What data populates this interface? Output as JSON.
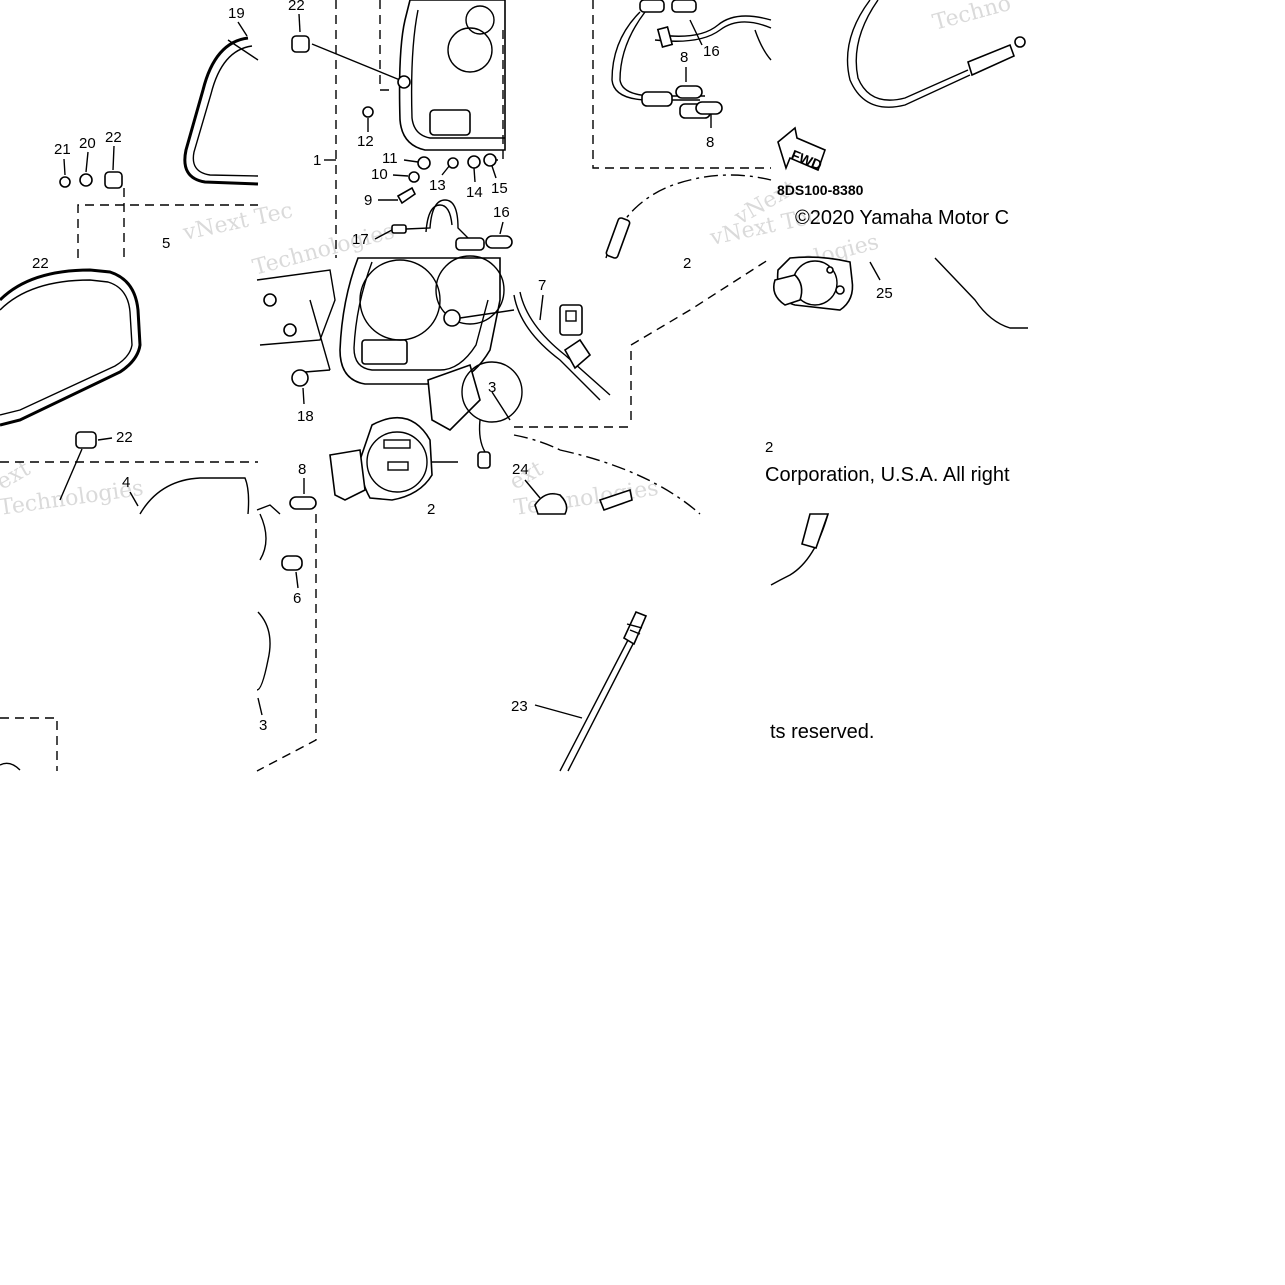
{
  "diagram": {
    "callouts": [
      {
        "id": "c19a",
        "text": "19"
      },
      {
        "id": "c22a",
        "text": "22"
      },
      {
        "id": "c21",
        "text": "21"
      },
      {
        "id": "c20",
        "text": "20"
      },
      {
        "id": "c22b",
        "text": "22"
      },
      {
        "id": "c22c",
        "text": "22"
      },
      {
        "id": "c5",
        "text": "5"
      },
      {
        "id": "c4",
        "text": "4"
      },
      {
        "id": "c12",
        "text": "12"
      },
      {
        "id": "c1",
        "text": "1"
      },
      {
        "id": "c11",
        "text": "11"
      },
      {
        "id": "c10",
        "text": "10"
      },
      {
        "id": "c9",
        "text": "9"
      },
      {
        "id": "c13",
        "text": "13"
      },
      {
        "id": "c14",
        "text": "14"
      },
      {
        "id": "c15",
        "text": "15"
      },
      {
        "id": "c16a",
        "text": "16"
      },
      {
        "id": "c17",
        "text": "17"
      },
      {
        "id": "c18",
        "text": "18"
      },
      {
        "id": "c8a",
        "text": "8"
      },
      {
        "id": "c6",
        "text": "6"
      },
      {
        "id": "c3",
        "text": "3"
      },
      {
        "id": "c16b",
        "text": "16"
      },
      {
        "id": "c8b",
        "text": "8"
      },
      {
        "id": "c8c",
        "text": "8"
      },
      {
        "id": "c7",
        "text": "7"
      },
      {
        "id": "c2",
        "text": "2"
      },
      {
        "id": "c24",
        "text": "24"
      },
      {
        "id": "c23",
        "text": "23"
      },
      {
        "id": "c25",
        "text": "25"
      }
    ],
    "fwd_label": "FWD",
    "part_code": "8DS100-8380",
    "copyright_line_1": "©2020 Yamaha Motor C",
    "copyright_line_2": "Corporation, U.S.A. All right",
    "copyright_line_3": "ts reserved.",
    "watermarks": [
      "vNext Tec",
      "vNext",
      "Technologies",
      "Techno",
      "vNext Tec",
      "ext",
      "Technologies",
      "nologies"
    ]
  }
}
